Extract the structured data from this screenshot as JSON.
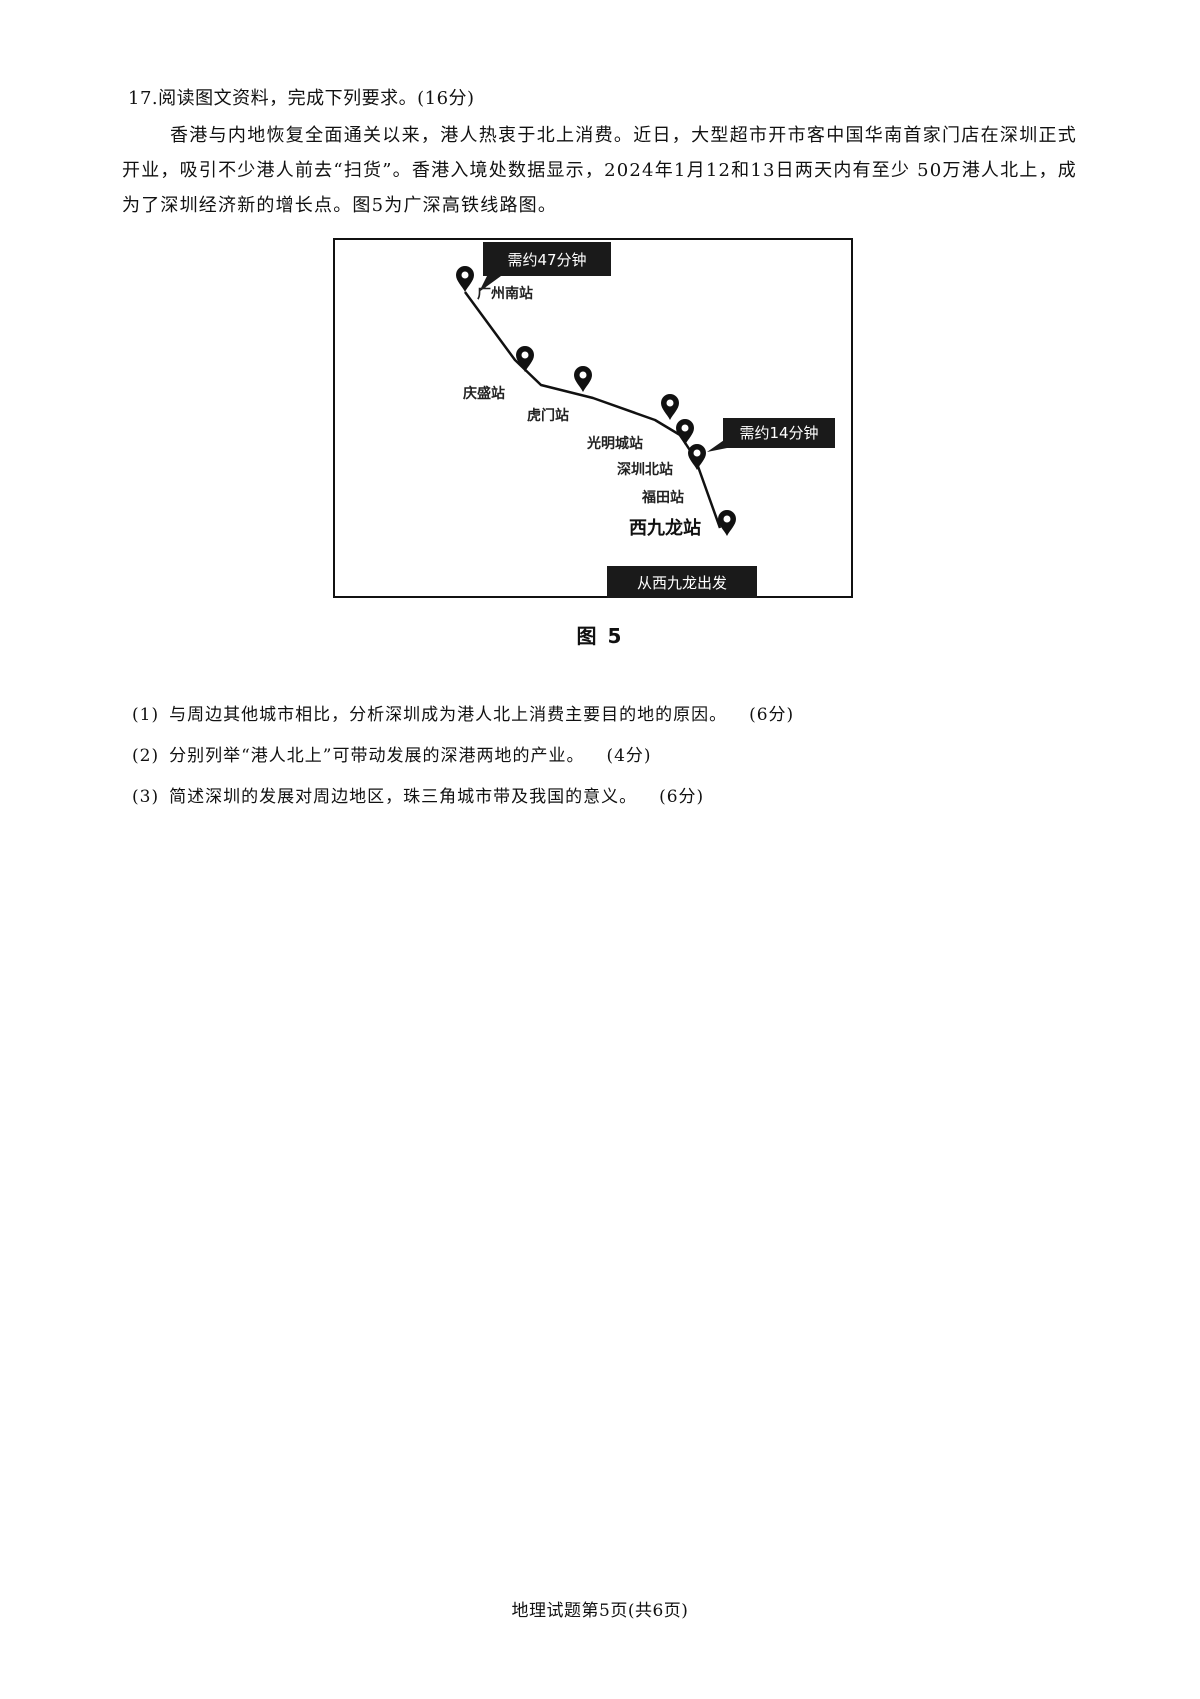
{
  "question": {
    "title": "17.阅读图文资料，完成下列要求。(16分)",
    "paragraph": "香港与内地恢复全面通关以来，港人热衷于北上消费。近日，大型超市开市客中国华南首家门店在深圳正式开业，吸引不少港人前去“扫货”。香港入境处数据显示，2024年1月12和13日两天内有至少 50万港人北上，成为了深圳经济新的增长点。图5为广深高铁线路图。"
  },
  "figure": {
    "caption": "图 5",
    "callouts": {
      "guangzhou": "需约47分钟",
      "shenzhen": "需约14分钟",
      "origin": "从西九龙出发"
    },
    "stations": [
      {
        "name": "广州南站",
        "icon": "map-pin-icon"
      },
      {
        "name": "庆盛站",
        "icon": "map-pin-icon"
      },
      {
        "name": "虎门站",
        "icon": "map-pin-icon"
      },
      {
        "name": "光明城站",
        "icon": "map-pin-icon"
      },
      {
        "name": "深圳北站",
        "icon": "map-pin-icon"
      },
      {
        "name": "福田站",
        "icon": "map-pin-icon"
      },
      {
        "name": "西九龙站",
        "icon": "map-pin-icon"
      }
    ]
  },
  "subquestions": [
    {
      "num": "(1)",
      "text": "与周边其他城市相比，分析深圳成为港人北上消费主要目的地的原因。",
      "points": "(6分)"
    },
    {
      "num": "(2)",
      "text": "分别列举“港人北上”可带动发展的深港两地的产业。",
      "points": "(4分)"
    },
    {
      "num": "(3)",
      "text": "简述深圳的发展对周边地区，珠三角城市带及我国的意义。",
      "points": "(6分)"
    }
  ],
  "footer": "地理试题第5页(共6页)"
}
